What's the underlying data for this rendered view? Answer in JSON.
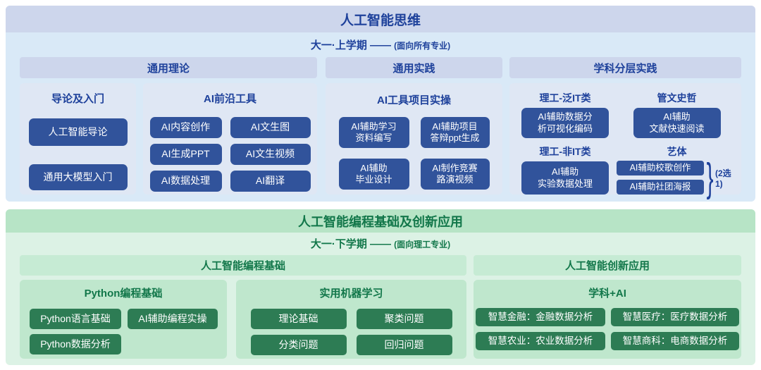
{
  "colors": {
    "blue_band": "#cdd6ec",
    "blue_bg": "#d9e9f7",
    "blue_panel": "#dfe7f4",
    "blue_btn": "#31539b",
    "blue_text": "#1e419b",
    "green_band": "#b7e4c6",
    "green_bg": "#dcf2e5",
    "green_header": "#c6ebd4",
    "green_panel": "#bfe7cd",
    "green_btn": "#2d7c54",
    "green_text": "#12774a"
  },
  "icons": {
    "brace": "}"
  },
  "top": {
    "title": "人工智能思维",
    "semester": "大一·上学期 ——",
    "audience": "(面向所有专业)",
    "columns": [
      "通用理论",
      "通用实践",
      "学科分层实践"
    ],
    "intro": {
      "heading": "导论及入门",
      "items": [
        "人工智能导论",
        "通用大模型入门"
      ]
    },
    "tools": {
      "heading": "AI前沿工具",
      "items": [
        "AI内容创作",
        "AI文生图",
        "AI生成PPT",
        "AI文生视频",
        "AI数据处理",
        "AI翻译"
      ]
    },
    "practice": {
      "heading": "AI工具项目实操",
      "items": [
        "AI辅助学习\n资料编写",
        "AI辅助项目\n答辩ppt生成",
        "AI辅助\n毕业设计",
        "AI制作竞赛\n路演视频"
      ]
    },
    "subjects": {
      "groups": [
        {
          "label": "理工-泛IT类",
          "course": "AI辅助数据分\n析可视化编码"
        },
        {
          "label": "管文史哲",
          "course": "AI辅助\n文献快速阅读"
        },
        {
          "label": "理工-非IT类",
          "course": "AI辅助\n实验数据处理"
        },
        {
          "label": "艺体",
          "options": [
            "AI辅助校歌创作",
            "AI辅助社团海报"
          ],
          "note": "(2选1)"
        }
      ]
    }
  },
  "bottom": {
    "title": "人工智能编程基础及创新应用",
    "semester": "大一·下学期 ——",
    "audience": "(面向理工专业)",
    "columns": [
      "人工智能编程基础",
      "人工智能创新应用"
    ],
    "python": {
      "heading": "Python编程基础",
      "items": [
        "Python语言基础",
        "AI辅助编程实操",
        "Python数据分析"
      ]
    },
    "ml": {
      "heading": "实用机器学习",
      "items": [
        "理论基础",
        "聚类问题",
        "分类问题",
        "回归问题"
      ]
    },
    "apps": {
      "heading": "学科+AI",
      "items": [
        "智慧金融：金融数据分析",
        "智慧医疗：医疗数据分析",
        "智慧农业：农业数据分析",
        "智慧商科：电商数据分析"
      ]
    }
  }
}
